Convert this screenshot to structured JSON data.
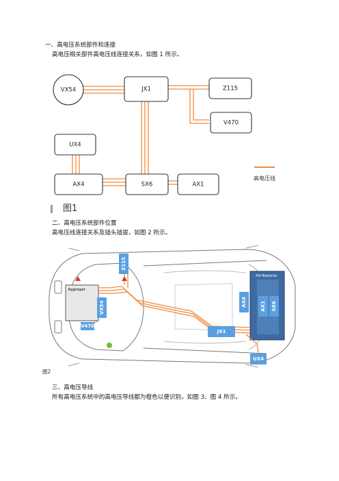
{
  "sections": {
    "s1_heading": "一、高电压系统部件和连接",
    "s1_body": "高电压相关部件高电压线连接关系，如图 1 所示。",
    "s2_heading": "二、高电压系统部件位置",
    "s2_body": "高电压线连接关系及插头插拔，如图 2 所示。",
    "s3_heading": "三、高电压导线",
    "s3_body": "所有高电压系统中的高电压导线都为橙色以便识别，如图 3、图 4 所示。"
  },
  "figure1": {
    "caption": "图1",
    "nodes": {
      "vx54": "VX54",
      "jx1": "JX1",
      "z115": "Z115",
      "v470": "V470",
      "ux4": "UX4",
      "ax4": "AX4",
      "sx6": "SX6",
      "ax1": "AX1"
    },
    "legend_label": "高电压线",
    "wire_color": "#f08a3c"
  },
  "figure2": {
    "caption": "图2",
    "labels": {
      "aggregat": "Aggregat",
      "hv_batterie": "HV-Batterie",
      "z115": "Z115",
      "vx54": "VX54",
      "v470": "V470",
      "ax4": "AX4",
      "ax1": "AX1",
      "sx6": "SX6",
      "jx1": "JX1",
      "ux4": "UX4"
    }
  }
}
